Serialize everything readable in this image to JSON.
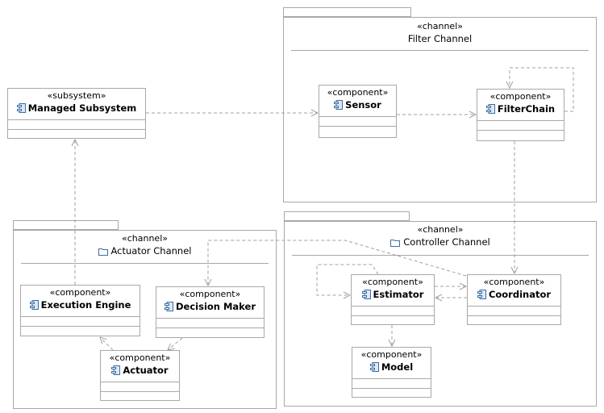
{
  "packages": {
    "filter": {
      "stereotype": "«channel»",
      "title": "Filter Channel"
    },
    "actuator": {
      "stereotype": "«channel»",
      "title": "Actuator Channel"
    },
    "controller": {
      "stereotype": "«channel»",
      "title": "Controller Channel"
    }
  },
  "components": {
    "managed": {
      "stereotype": "«subsystem»",
      "name": "Managed Subsystem",
      "icon": "component-icon"
    },
    "sensor": {
      "stereotype": "«component»",
      "name": "Sensor",
      "icon": "component-icon"
    },
    "filterchain": {
      "stereotype": "«component»",
      "name": "FilterChain",
      "icon": "component-icon"
    },
    "execution": {
      "stereotype": "«component»",
      "name": "Execution Engine",
      "icon": "component-icon"
    },
    "decision": {
      "stereotype": "«component»",
      "name": "Decision Maker",
      "icon": "component-icon"
    },
    "actuator": {
      "stereotype": "«component»",
      "name": "Actuator",
      "icon": "component-icon"
    },
    "estimator": {
      "stereotype": "«component»",
      "name": "Estimator",
      "icon": "component-icon"
    },
    "coordinator": {
      "stereotype": "«component»",
      "name": "Coordinator",
      "icon": "component-icon"
    },
    "model": {
      "stereotype": "«component»",
      "name": "Model",
      "icon": "component-icon"
    }
  },
  "colors": {
    "border": "#a8a8a8",
    "edge": "#a0a0a0",
    "icon": "#3a6ea5"
  }
}
